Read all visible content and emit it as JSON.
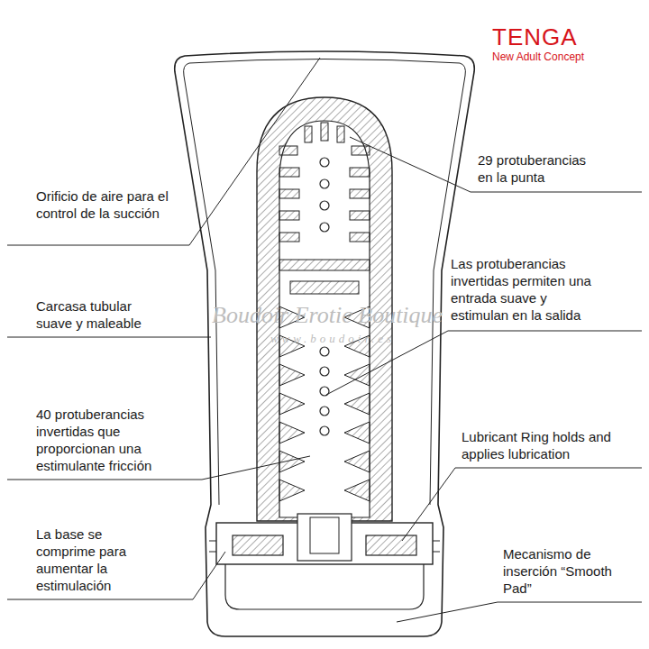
{
  "diagram": {
    "labels": [
      "TENGA",
      "New Adult Concept",
      "29 protuberancias en la punta",
      "Orificio de aire para el control de la succión",
      "Las protuberancias invertidas permiten una entrada suave y estimulan en la salida",
      "Carcasa tubular suave y maleable",
      "40 protuberancias invertidas que proporcionan una estimulante fricción",
      "Lubricant Ring holds and applies lubrication",
      "La base se comprime para aumentar la estimulación",
      "Mecanismo de inserción “Smooth Pad”",
      "Boudoir Erotic Boutique",
      "www.boudoir.es"
    ]
  }
}
